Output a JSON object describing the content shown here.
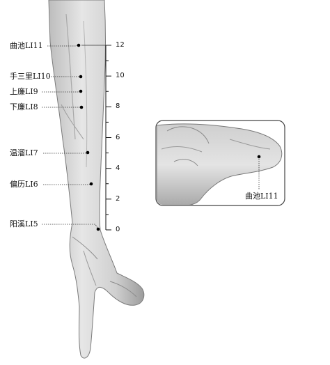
{
  "scale": {
    "tick_labels": [
      "12",
      "10",
      "8",
      "6",
      "4",
      "2",
      "0"
    ]
  },
  "acupoints": [
    {
      "label": "曲池LI11"
    },
    {
      "label": "手三里LI10"
    },
    {
      "label": "上廉LI9"
    },
    {
      "label": "下廉LI8"
    },
    {
      "label": "温溜LI7"
    },
    {
      "label": "偏历LI6"
    },
    {
      "label": "阳溪LI5"
    }
  ],
  "inset": {
    "point_label": "曲池LI11"
  },
  "colors": {
    "skin": "#d9d9d9",
    "shadow": "#9a9a9a",
    "outline": "#555555",
    "ink": "#111111"
  }
}
